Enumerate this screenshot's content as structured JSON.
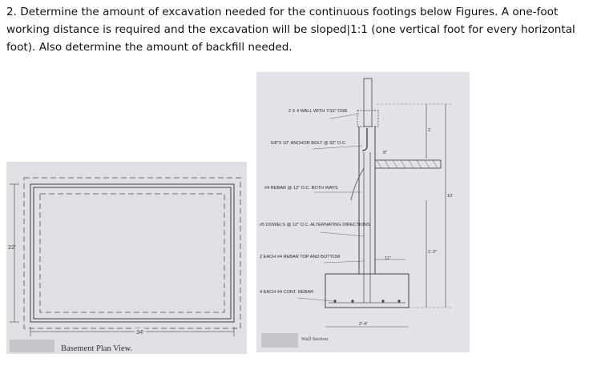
{
  "question": {
    "text": "2. Determine the amount of excavation needed for the continuous footings below Figures. A one-foot working distance is required and the excavation will be sloped|1:1 (one vertical foot for every horizontal foot). Also determine the amount of backfill needed."
  },
  "plan": {
    "caption": "Basement Plan View.",
    "width_label": "34'",
    "height_label": "22'"
  },
  "section": {
    "caption": "Wall Section",
    "notes": {
      "wall": "2 X 4 WALL WITH 7/16\" OSB",
      "anchor": "5/8\"X 10\" ANCHOR BOLT @ 32\" O.C.",
      "rebar_both": "#4 REBAR @ 12\" O.C. BOTH WAYS",
      "dowels": "#5 DOWELS @ 12\" O.C. ALTERNATING DIRECTIONS",
      "top_bottom": "2 EACH #4 REBAR TOP AND BOTTOM",
      "cont_rebar": "4 EACH #4 CONT. REBAR"
    },
    "dims": {
      "eight_in": "8\"",
      "one_ft": "1'",
      "ten_ft": "10'",
      "eleven_in": "11\"",
      "one_ft_three": "1'-3\"",
      "two_ft_four": "2'-4\""
    }
  }
}
